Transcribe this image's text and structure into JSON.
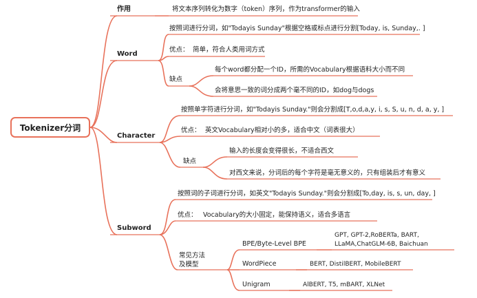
{
  "root": "Tokenizer分词",
  "zuoyong": {
    "label": "作用",
    "text": "将文本序列转化为数字（token）序列，作为transformer的输入"
  },
  "word": {
    "label": "Word",
    "method": "按照词进行分词，如\"Todayis Sunday\"根据空格或标点进行分割[Today, is, Sunday,. ]",
    "pros_label": "优点：",
    "pros": "简单，符合人类用词方式",
    "cons_label": "缺点",
    "cons": [
      "每个word都分配一个ID，所需的Vocabulary根据语料大小而不同",
      "会将意思一致的词分成两个毫不同的ID，如dog与dogs"
    ]
  },
  "character": {
    "label": "Character",
    "method": "按照单字符进行分词，如\"Todayis Sunday.\"则会分割成[T,o,d,a,y, i, s, S, u, n, d, a, y, ]",
    "pros_label": "优点：",
    "pros": "英文Vocabulary相对小的多，适合中文（词表很大）",
    "cons_label": "缺点",
    "cons": [
      "输入的长度会变得很长，不适合西文",
      "对西文来说，分词后的每个字符是毫无意义的，只有组装后才有意义"
    ]
  },
  "subword": {
    "label": "Subword",
    "method": "按照词的子词进行分词，如英文\"Todayis Sunday.\"则会分割成[To,day, is, s, un, day, ]",
    "pros_label": "优点：",
    "pros": "Vocabulary的大小固定，能保持语义，适合多语言",
    "methods_label_1": "常见方法",
    "methods_label_2": "及模型",
    "methods": [
      {
        "name": "BPE/Byte-Level BPE",
        "models_1": "GPT, GPT-2,RoBERTa, BART,",
        "models_2": "LLaMA,ChatGLM-6B, Baichuan"
      },
      {
        "name": "WordPiece",
        "models_1": "BERT, DistilBERT, MobileBERT"
      },
      {
        "name": "Unigram",
        "models_1": "AlBERT, T5, mBART, XLNet"
      }
    ]
  },
  "colors": {
    "branch": "#e8715a"
  }
}
